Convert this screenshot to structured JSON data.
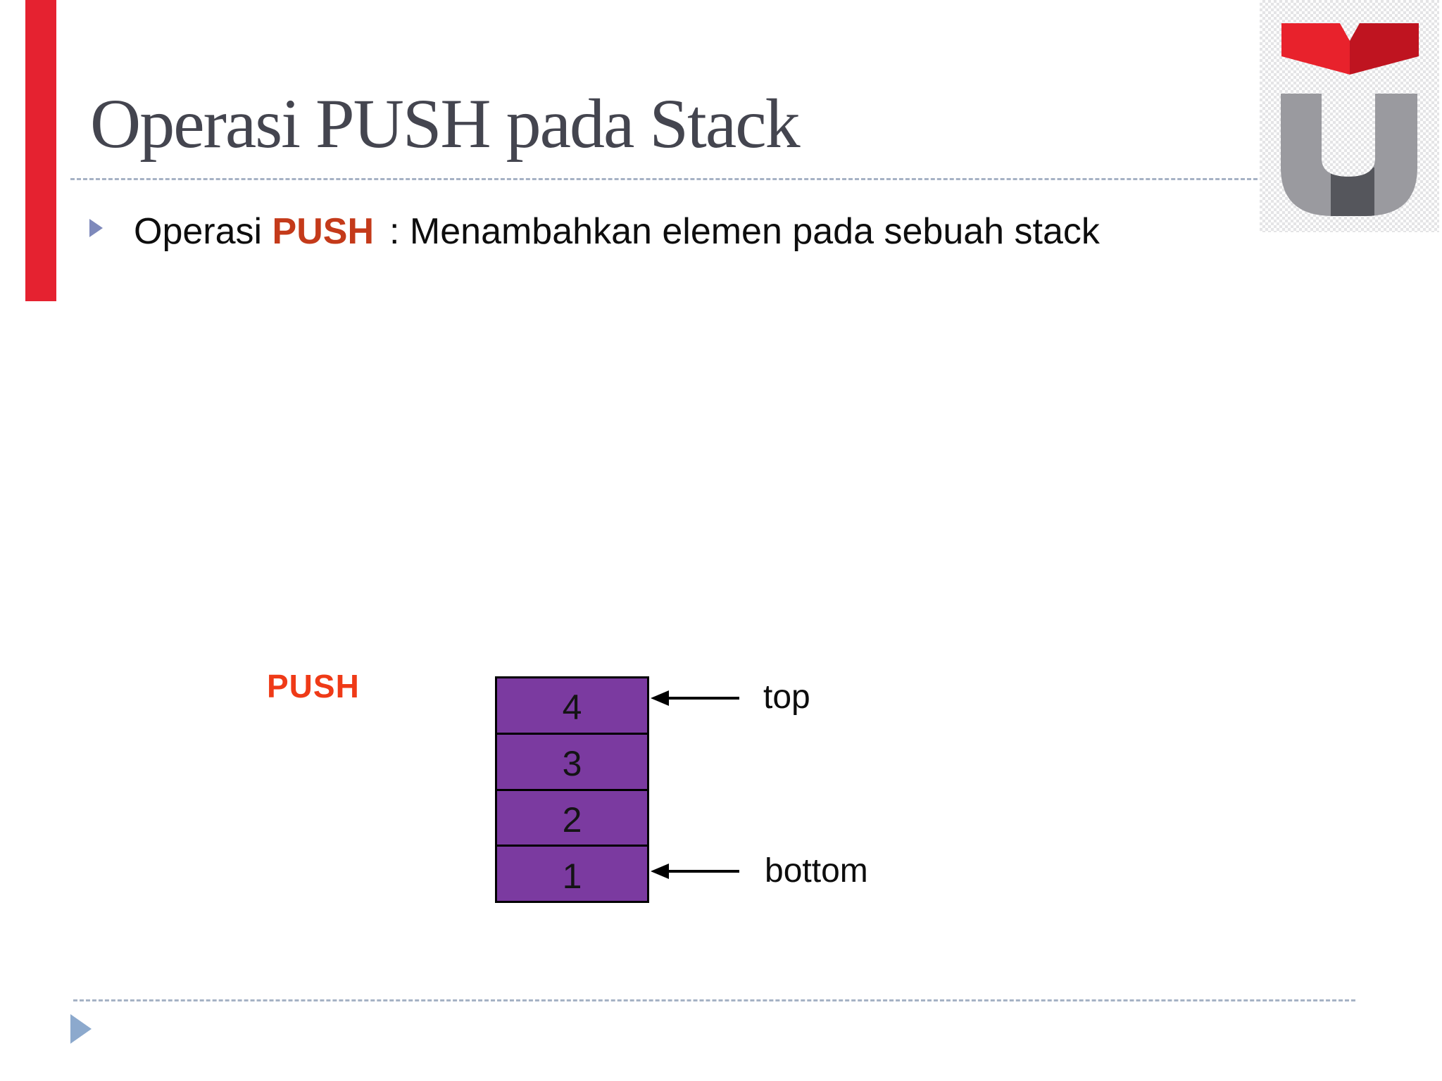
{
  "slide": {
    "title": "Operasi PUSH pada Stack",
    "bullet": {
      "text_before": "Operasi ",
      "highlight": "PUSH",
      "text_after": ": Menambahkan elemen pada sebuah stack"
    },
    "diagram": {
      "operation_label": "PUSH",
      "stack_cells": [
        "4",
        "3",
        "2",
        "1"
      ],
      "pointer_labels": {
        "top": "top",
        "bottom": "bottom"
      }
    },
    "icons": {
      "bullet_marker": "triangle-right-icon",
      "footer_marker": "triangle-right-icon",
      "logo": "open-book-over-u-university-logo"
    },
    "colors": {
      "accent-red": "#e52230",
      "title-text": "#44454f",
      "dash-line": "#a6b2c5",
      "bullet-marker": "#7e89bb",
      "bullet-highlight": "#c43a1a",
      "push-label": "#ef3a17",
      "stack-purple": "#7b3aa0",
      "footer-triangle": "#8ca9cd",
      "logo-red-left": "#e8222c",
      "logo-red-right": "#bf1420",
      "logo-gray": "#9a9a9f",
      "logo-gray-dark": "#55565c"
    }
  }
}
